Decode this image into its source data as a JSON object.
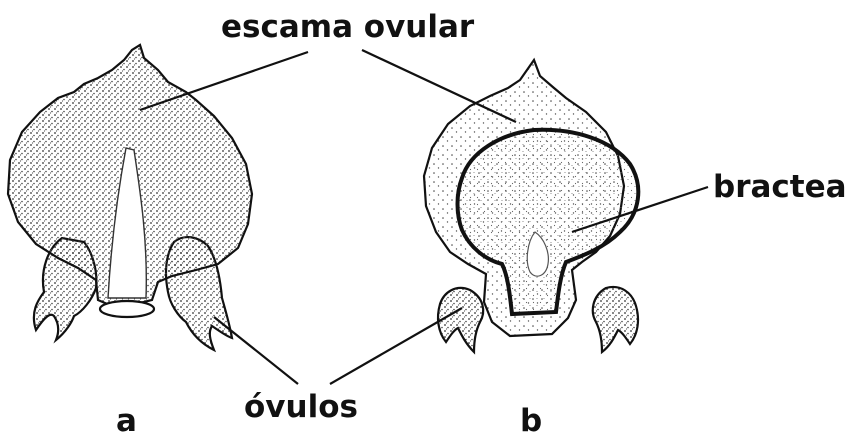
{
  "figure": {
    "labels": {
      "scale": "escama ovular",
      "bract": "bractea",
      "ovules": "óvulos",
      "panel_a": "a",
      "panel_b": "b"
    },
    "colors": {
      "ink": "#111111",
      "paper": "#ffffff",
      "stipple": "#3a3a3a"
    }
  }
}
